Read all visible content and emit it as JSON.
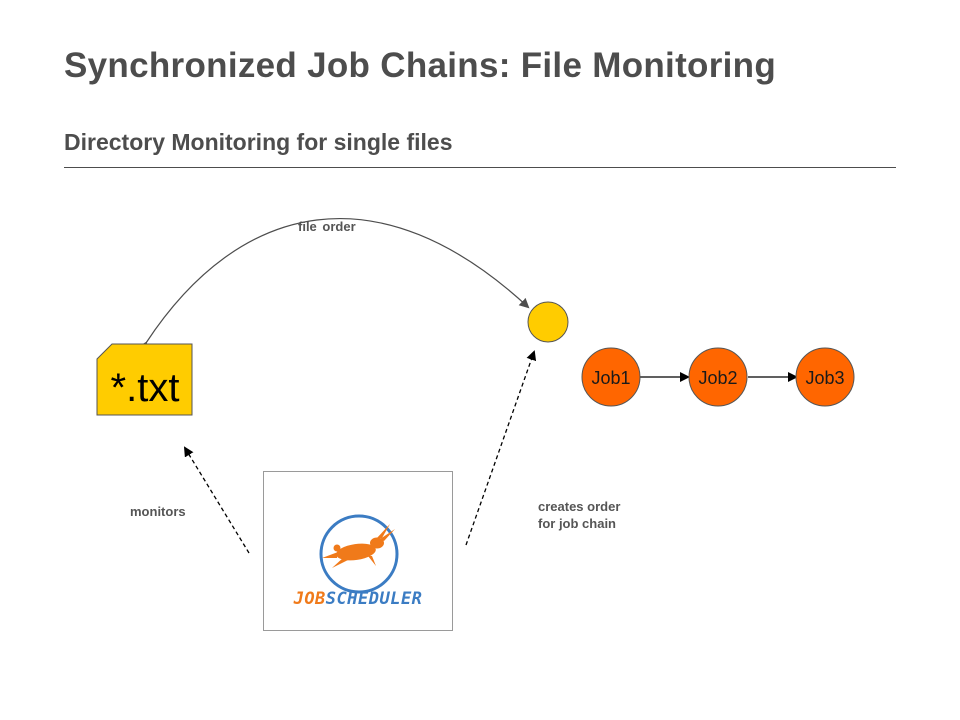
{
  "title": "Synchronized Job Chains: File Monitoring",
  "subtitle": "Directory Monitoring for single files",
  "labels": {
    "file_order": "file order",
    "monitors": "monitors",
    "creates_order_line1": "creates order",
    "creates_order_line2": "for job chain"
  },
  "file_node": {
    "text": "*.txt"
  },
  "jobs": [
    "Job1",
    "Job2",
    "Job3"
  ],
  "logo": {
    "part1": "JOB",
    "part2": "SCHEDULER"
  },
  "colors": {
    "file_fill": "#ffcc00",
    "order_fill": "#ffcc00",
    "job_fill": "#ff6600",
    "text_gray": "#4d4d4d",
    "logo_orange": "#f07a1a",
    "logo_blue": "#3b7cc3"
  }
}
